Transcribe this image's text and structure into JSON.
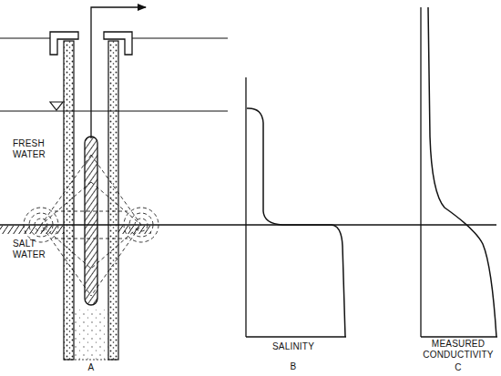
{
  "diagram": {
    "labels": [
      "FRESH WATER",
      "SALT WATER",
      "A",
      "SALINITY",
      "B",
      "MEASURED CONDUCTIVITY",
      "C"
    ]
  }
}
